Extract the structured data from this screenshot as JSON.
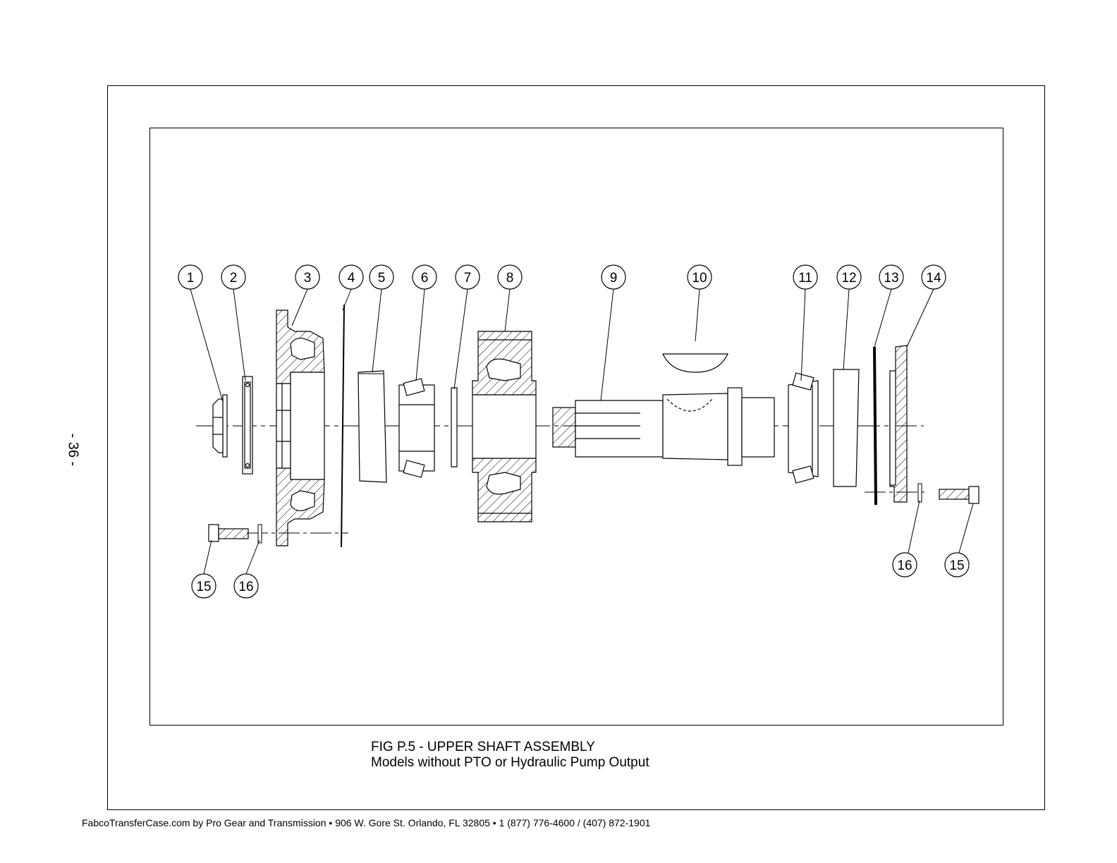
{
  "page_number": "- 36 -",
  "figure": {
    "title": "FIG P.5 - UPPER SHAFT ASSEMBLY",
    "subtitle": "Models without PTO or Hydraulic Pump Output"
  },
  "callouts": [
    "1",
    "2",
    "3",
    "4",
    "5",
    "6",
    "7",
    "8",
    "9",
    "10",
    "11",
    "12",
    "13",
    "14",
    "15",
    "16",
    "16",
    "15"
  ],
  "footer": "FabcoTransferCase.com by Pro Gear and Transmission  • 906 W. Gore St. Orlando, FL 32805 • 1 (877) 776-4600 / (407) 872-1901",
  "icons": [
    "hex-nut",
    "oil-seal",
    "bearing-retainer",
    "gasket",
    "bearing-cup",
    "bearing-cone",
    "spacer-washer",
    "gear",
    "upper-shaft",
    "woodruff-key",
    "bearing-cone",
    "bearing-cup",
    "gasket",
    "end-cover",
    "hex-bolt",
    "lock-washer"
  ]
}
